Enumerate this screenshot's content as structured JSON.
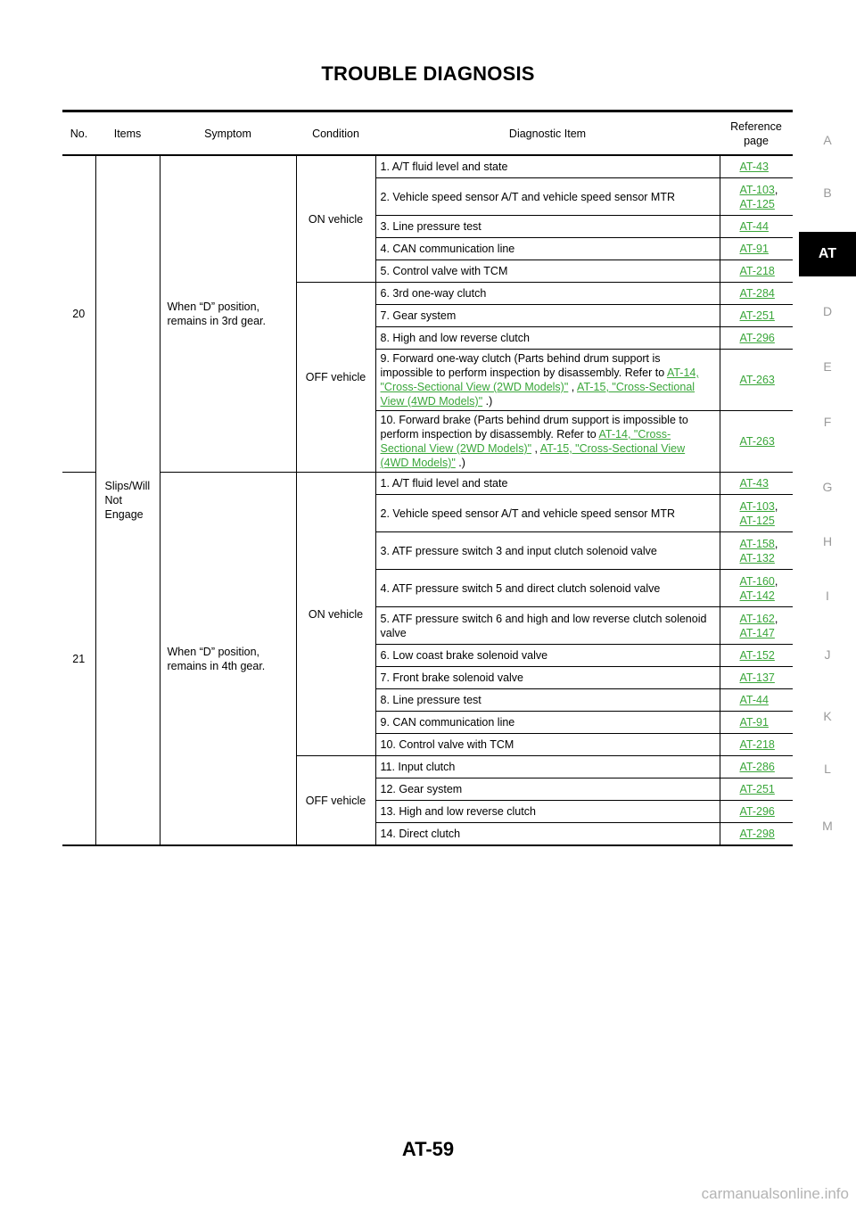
{
  "header": {
    "title": "TROUBLE DIAGNOSIS"
  },
  "footer": {
    "page_number": "AT-59",
    "watermark": "carmanualsonline.info"
  },
  "side_index": {
    "letters": [
      "A",
      "B",
      "D",
      "E",
      "F",
      "G",
      "H",
      "I",
      "J",
      "K",
      "L",
      "M"
    ],
    "active": "AT"
  },
  "table": {
    "columns": [
      "No.",
      "Items",
      "Symptom",
      "Condition",
      "Diagnostic Item",
      "Reference page"
    ],
    "items_label": "Slips/Will Not Engage",
    "groups": [
      {
        "no": "20",
        "symptom": "When “D” position, remains in 3rd gear.",
        "conditions": [
          {
            "label": "ON vehicle",
            "rows": [
              {
                "item": "1. A/T fluid level and state",
                "refs": [
                  "AT-43"
                ]
              },
              {
                "item": "2. Vehicle speed sensor A/T and vehicle speed sensor MTR",
                "refs": [
                  "AT-103",
                  "AT-125"
                ]
              },
              {
                "item": "3. Line pressure test",
                "refs": [
                  "AT-44"
                ]
              },
              {
                "item": "4. CAN communication line",
                "refs": [
                  "AT-91"
                ]
              },
              {
                "item": "5. Control valve with TCM",
                "refs": [
                  "AT-218"
                ]
              }
            ]
          },
          {
            "label": "OFF vehicle",
            "rows": [
              {
                "item": "6. 3rd one-way clutch",
                "refs": [
                  "AT-284"
                ]
              },
              {
                "item": "7. Gear system",
                "refs": [
                  "AT-251"
                ]
              },
              {
                "item": "8. High and low reverse clutch",
                "refs": [
                  "AT-296"
                ]
              },
              {
                "item_pre": "9. Forward one-way clutch (Parts behind drum support is impossible to perform inspection by disassembly. Refer to ",
                "link1": "AT-14, \"Cross-Sectional View (2WD Models)\"",
                "item_mid": " , ",
                "link2": "AT-15, \"Cross-Sectional View (4WD Models)\"",
                "item_post": " .)",
                "refs": [
                  "AT-263"
                ]
              },
              {
                "item_pre": "10. Forward brake (Parts behind drum support is impossible to perform inspection by disassembly. Refer to ",
                "link1": "AT-14, \"Cross-Sectional View (2WD Models)\"",
                "item_mid": " , ",
                "link2": "AT-15, \"Cross-Sectional View (4WD Models)\"",
                "item_post": " .)",
                "refs": [
                  "AT-263"
                ]
              }
            ]
          }
        ]
      },
      {
        "no": "21",
        "symptom": "When “D” position, remains in 4th gear.",
        "conditions": [
          {
            "label": "ON vehicle",
            "rows": [
              {
                "item": "1. A/T fluid level and state",
                "refs": [
                  "AT-43"
                ]
              },
              {
                "item": "2. Vehicle speed sensor A/T and vehicle speed sensor MTR",
                "refs": [
                  "AT-103",
                  "AT-125"
                ]
              },
              {
                "item": "3. ATF pressure switch 3 and input clutch solenoid valve",
                "refs": [
                  "AT-158",
                  "AT-132"
                ]
              },
              {
                "item": "4. ATF pressure switch 5 and direct clutch solenoid valve",
                "refs": [
                  "AT-160",
                  "AT-142"
                ]
              },
              {
                "item": "5. ATF pressure switch 6 and high and low reverse clutch solenoid valve",
                "refs": [
                  "AT-162",
                  "AT-147"
                ]
              },
              {
                "item": "6. Low coast brake solenoid valve",
                "refs": [
                  "AT-152"
                ]
              },
              {
                "item": "7. Front brake solenoid valve",
                "refs": [
                  "AT-137"
                ]
              },
              {
                "item": "8. Line pressure test",
                "refs": [
                  "AT-44"
                ]
              },
              {
                "item": "9. CAN communication line",
                "refs": [
                  "AT-91"
                ]
              },
              {
                "item": "10. Control valve with TCM",
                "refs": [
                  "AT-218"
                ]
              }
            ]
          },
          {
            "label": "OFF vehicle",
            "rows": [
              {
                "item": "11. Input clutch",
                "refs": [
                  "AT-286"
                ]
              },
              {
                "item": "12. Gear system",
                "refs": [
                  "AT-251"
                ]
              },
              {
                "item": "13. High and low reverse clutch",
                "refs": [
                  "AT-296"
                ]
              },
              {
                "item": "14. Direct clutch",
                "refs": [
                  "AT-298"
                ]
              }
            ]
          }
        ]
      }
    ]
  },
  "colors": {
    "link": "#3aa63a",
    "side_text": "#9a9a9a",
    "side_active_bg": "#000000"
  }
}
